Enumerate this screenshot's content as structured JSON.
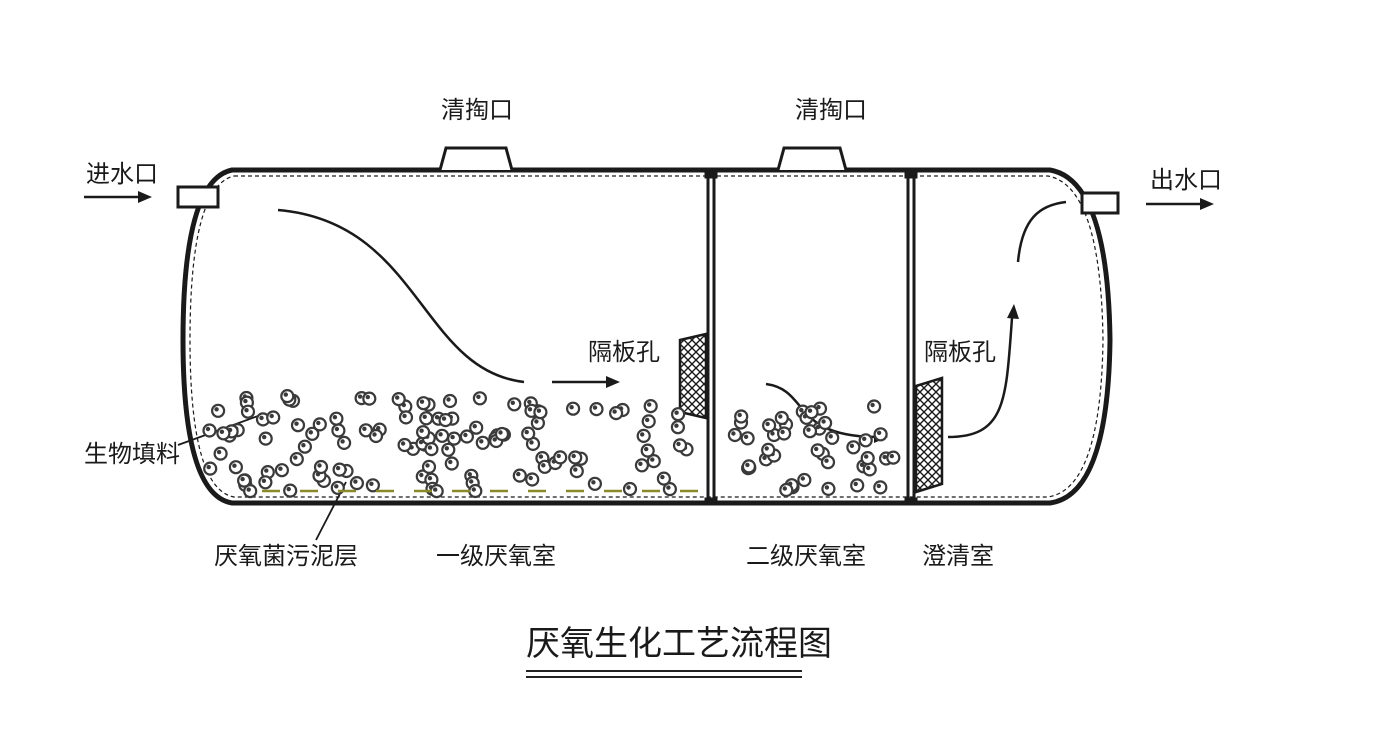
{
  "title": "厌氧生化工艺流程图",
  "labels": {
    "inlet": "进水口",
    "outlet": "出水口",
    "cleanout_left": "清掏口",
    "cleanout_right": "清掏口",
    "baffle_hole_left": "隔板孔",
    "baffle_hole_right": "隔板孔",
    "bio_filler": "生物填料",
    "sludge_layer": "厌氧菌污泥层",
    "chamber_1": "一级厌氧室",
    "chamber_2": "二级厌氧室",
    "clarifier": "澄清室"
  },
  "colors": {
    "line": "#1a1a1a",
    "sludge_dash": "#8a8a2a",
    "ball_fill": "#3a3a3a"
  }
}
